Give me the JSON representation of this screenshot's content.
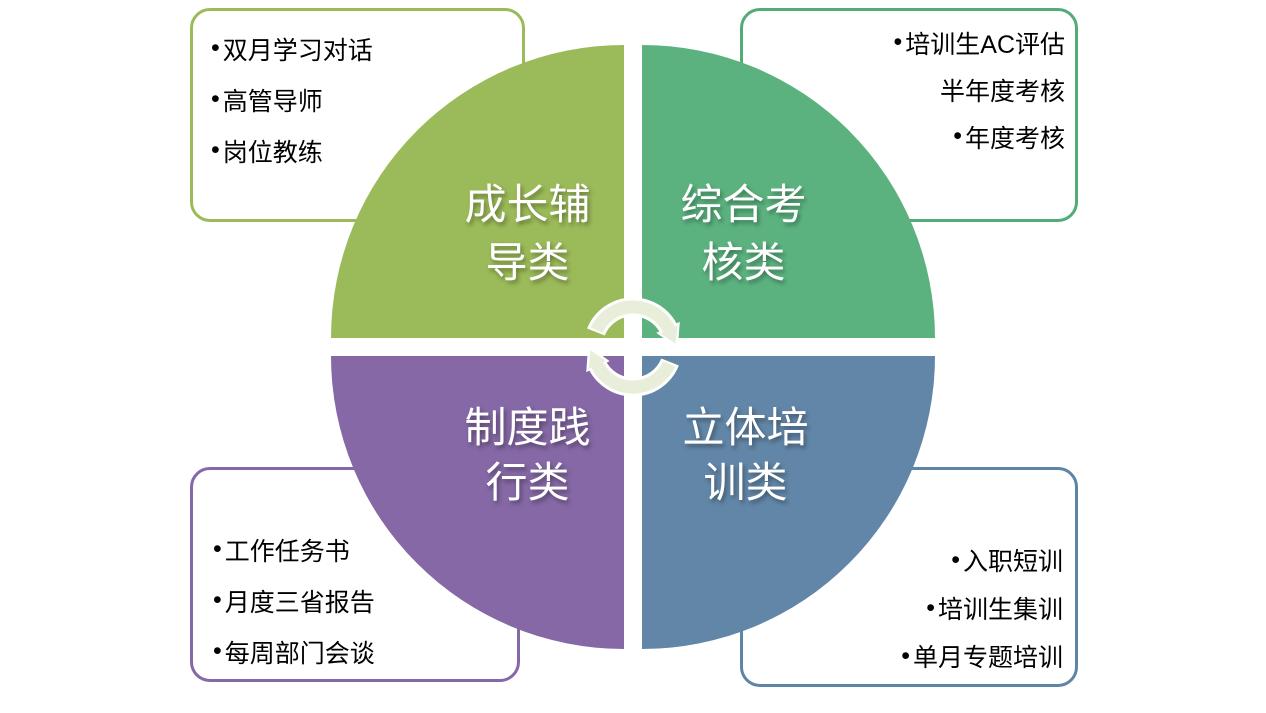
{
  "diagram": {
    "center_arrow_color": "#e9eedb",
    "quadrants": [
      {
        "name": "growth-coaching",
        "line1": "成长辅",
        "line2": "导类",
        "color": "#9bba59"
      },
      {
        "name": "comprehensive-assessment",
        "line1": "综合考",
        "line2": "核类",
        "color": "#5bb27f"
      },
      {
        "name": "system-practice",
        "line1": "制度践",
        "line2": "行类",
        "color": "#8568a5"
      },
      {
        "name": "multi-training",
        "line1": "立体培",
        "line2": "训类",
        "color": "#6286a7"
      }
    ],
    "callouts": [
      {
        "name": "growth-coaching-items",
        "border_color": "#9bbb59",
        "align": "left",
        "lines": [
          {
            "bullet": "•",
            "text": "双月学习对话"
          },
          {
            "bullet": "•",
            "text": "高管导师"
          },
          {
            "bullet": "•",
            "text": "岗位教练"
          }
        ]
      },
      {
        "name": "assessment-items",
        "border_color": "#53ab7a",
        "align": "right",
        "lines": [
          {
            "bullet": "•",
            "text": "培训生AC评估"
          },
          {
            "bullet": "",
            "text": "半年度考核"
          },
          {
            "bullet": "•",
            "text": "年度考核"
          }
        ]
      },
      {
        "name": "system-practice-items",
        "border_color": "#8468a8",
        "align": "left",
        "lines": [
          {
            "bullet": "•",
            "text": "工作任务书"
          },
          {
            "bullet": "•",
            "text": "月度三省报告"
          },
          {
            "bullet": "•",
            "text": "每周部门会谈"
          }
        ]
      },
      {
        "name": "training-items",
        "border_color": "#5e84a6",
        "align": "right",
        "lines": [
          {
            "bullet": "•",
            "text": "入职短训"
          },
          {
            "bullet": "•",
            "text": "培训生集训"
          },
          {
            "bullet": "•",
            "text": "单月专题培训"
          }
        ]
      }
    ]
  }
}
